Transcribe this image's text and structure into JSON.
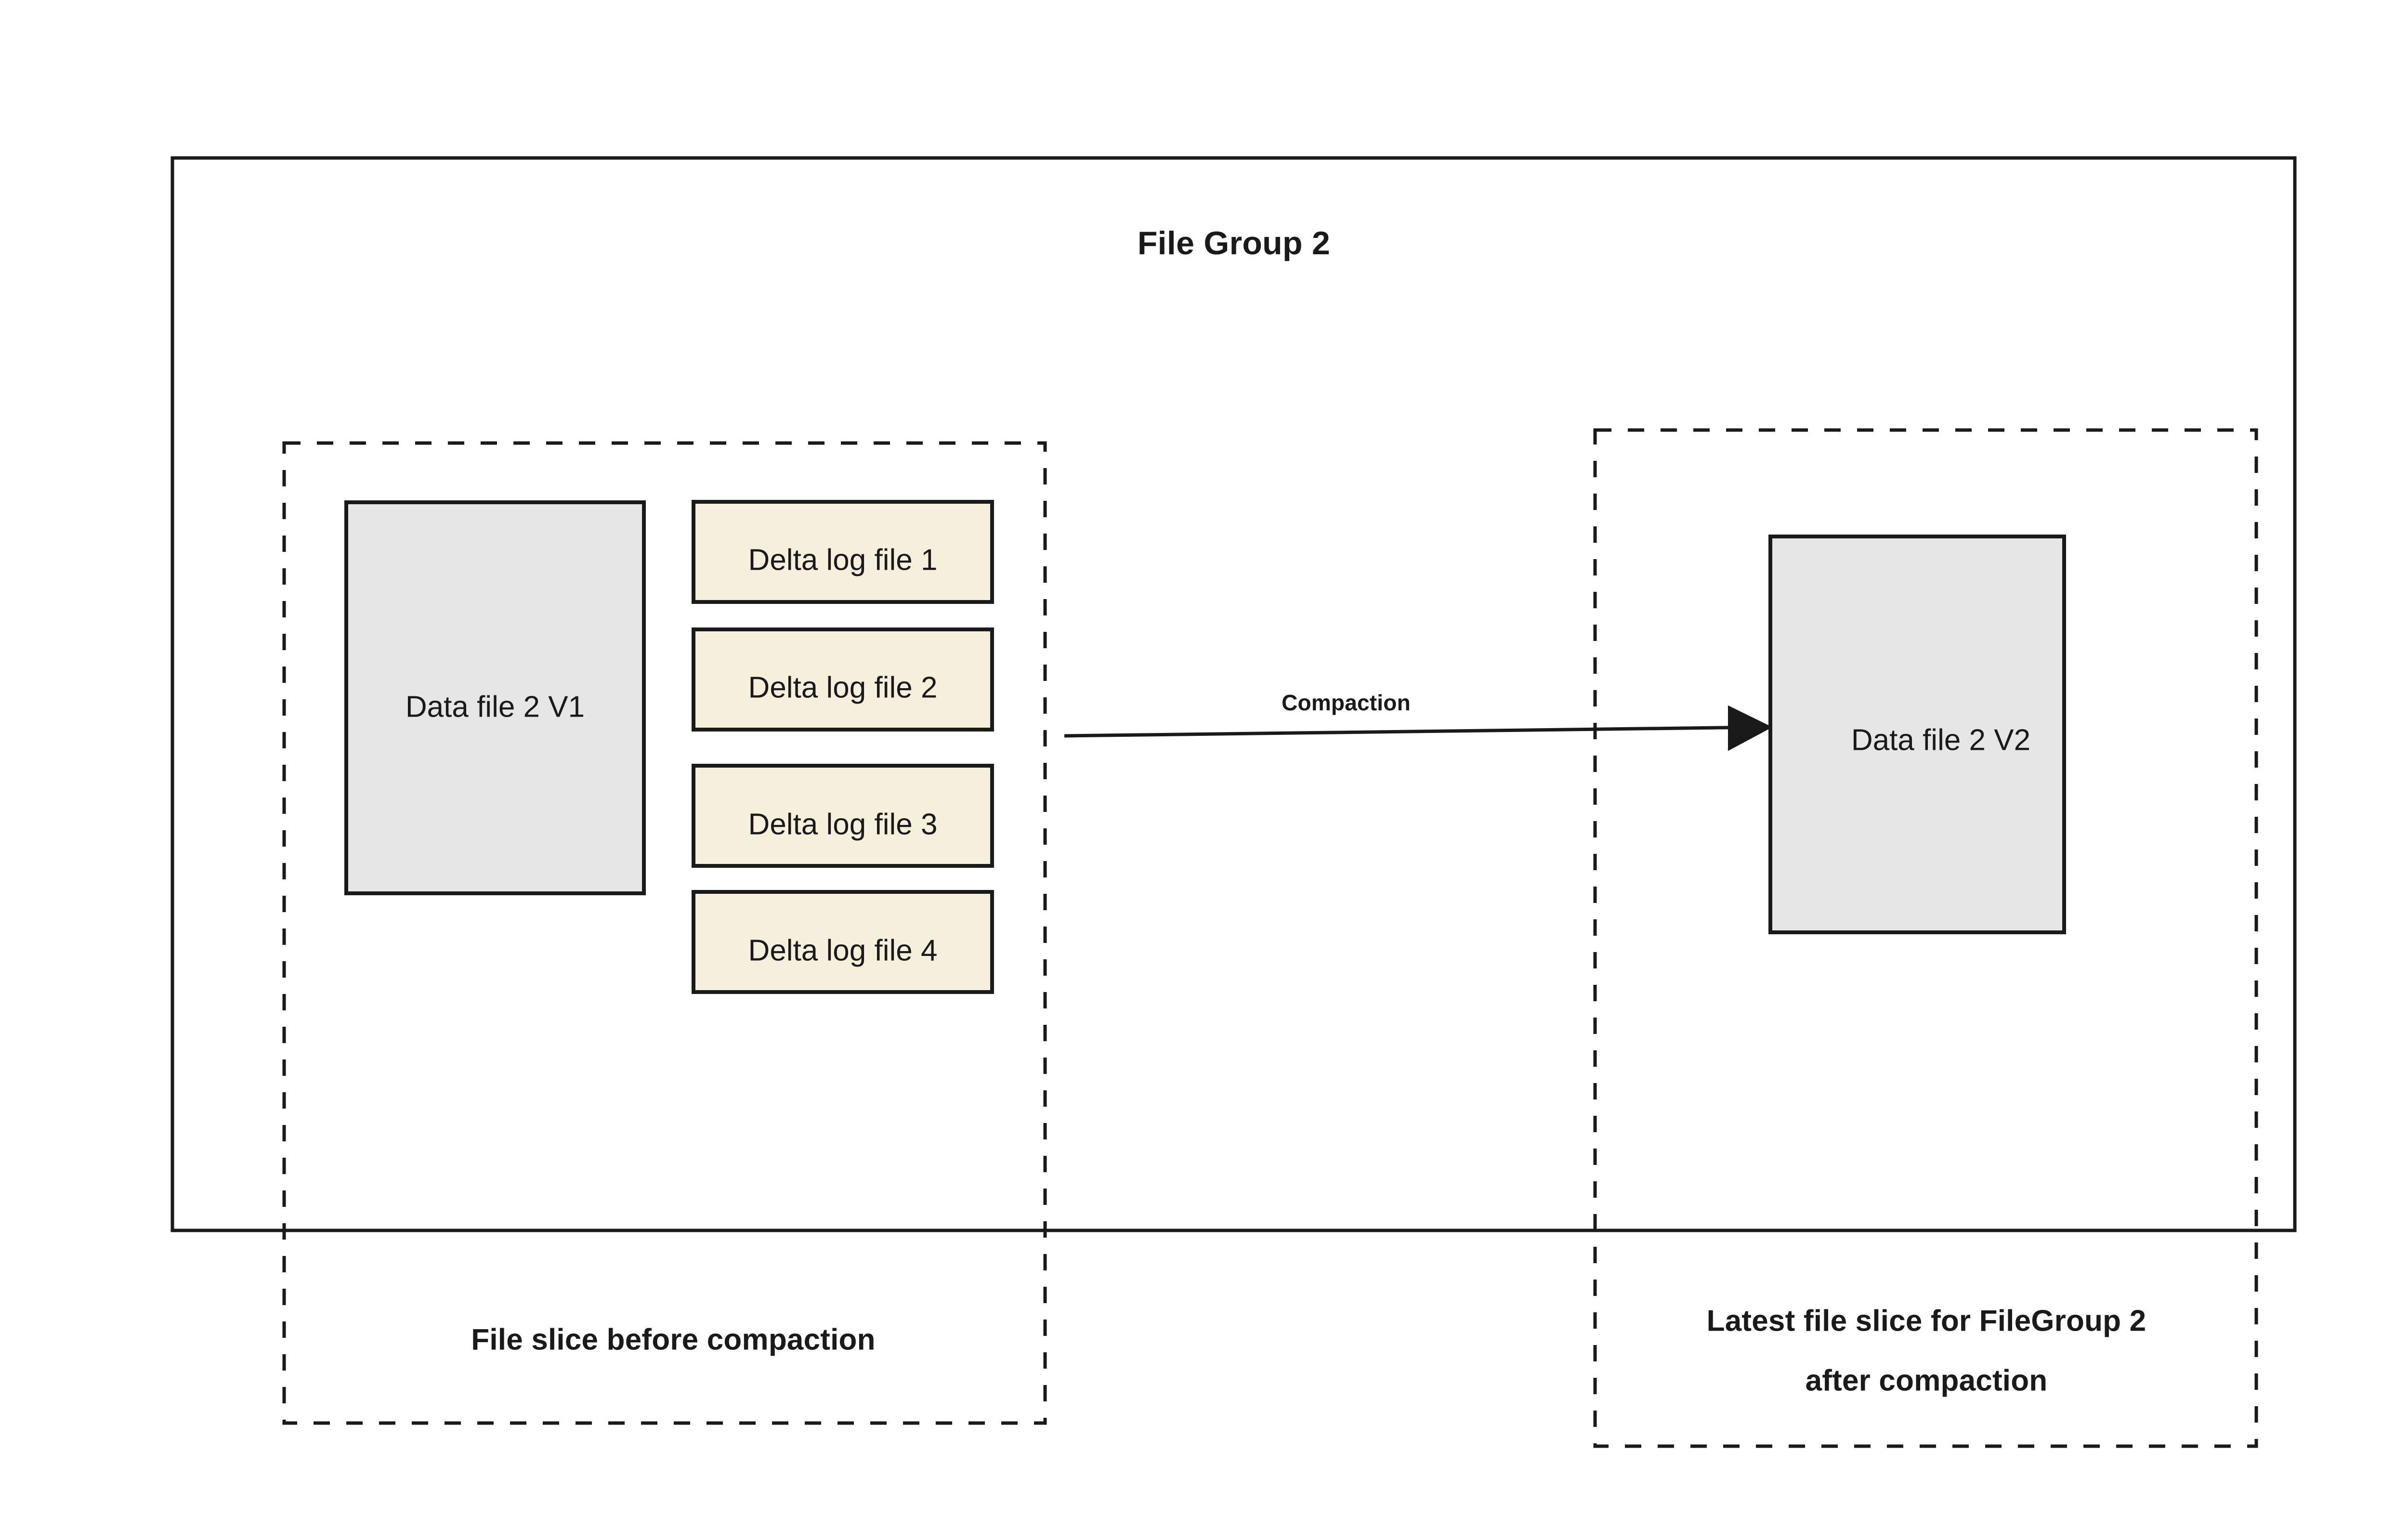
{
  "diagram": {
    "title": "File Group 2",
    "background_color": "#ffffff",
    "stroke_color": "#1a1a1a",
    "data_file_fill": "#E6E6E6",
    "delta_log_fill": "#F5F0DC"
  },
  "before": {
    "caption": "File slice before compaction",
    "data_file": {
      "label": "Data file 2 V1"
    },
    "delta_logs": [
      {
        "label": "Delta log file 1"
      },
      {
        "label": "Delta log file 2"
      },
      {
        "label": "Delta log file 3"
      },
      {
        "label": "Delta log file 4"
      }
    ]
  },
  "edge": {
    "label": "Compaction"
  },
  "after": {
    "caption_line1": "Latest file slice for FileGroup 2",
    "caption_line2": "after compaction",
    "data_file": {
      "label": "Data file 2 V2"
    }
  }
}
